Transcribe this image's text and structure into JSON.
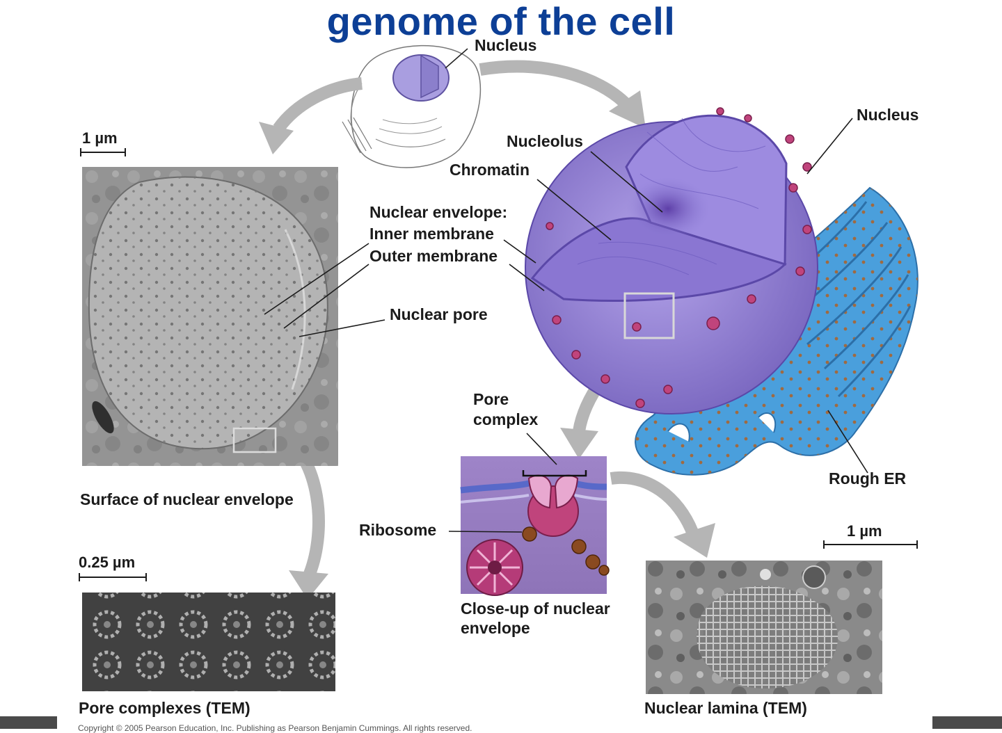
{
  "title": "genome of the cell",
  "labels": {
    "nucleus_top": "Nucleus",
    "nucleus_right": "Nucleus",
    "nucleolus": "Nucleolus",
    "chromatin": "Chromatin",
    "nuclear_envelope": "Nuclear envelope:",
    "inner_membrane": "Inner membrane",
    "outer_membrane": "Outer membrane",
    "nuclear_pore": "Nuclear pore",
    "pore_complex_line1": "Pore",
    "pore_complex_line2": "complex",
    "ribosome": "Ribosome",
    "rough_er": "Rough ER"
  },
  "scale_bars": {
    "surface": "1 µm",
    "pore_complexes": "0.25 µm",
    "lamina": "1 µm"
  },
  "captions": {
    "surface": "Surface of nuclear envelope",
    "pore_complexes": "Pore complexes (TEM)",
    "closeup_line1": "Close-up of nuclear",
    "closeup_line2": "envelope",
    "lamina": "Nuclear lamina (TEM)"
  },
  "copyright": "Copyright © 2005 Pearson Education, Inc. Publishing as Pearson Benjamin Cummings. All rights reserved.",
  "colors": {
    "title": "#0d3f96",
    "nucleus_purple": "#8f7ad0",
    "er_blue": "#4a9fdc",
    "pore_magenta": "#c0447c",
    "arrow_gray": "#b5b5b5"
  }
}
